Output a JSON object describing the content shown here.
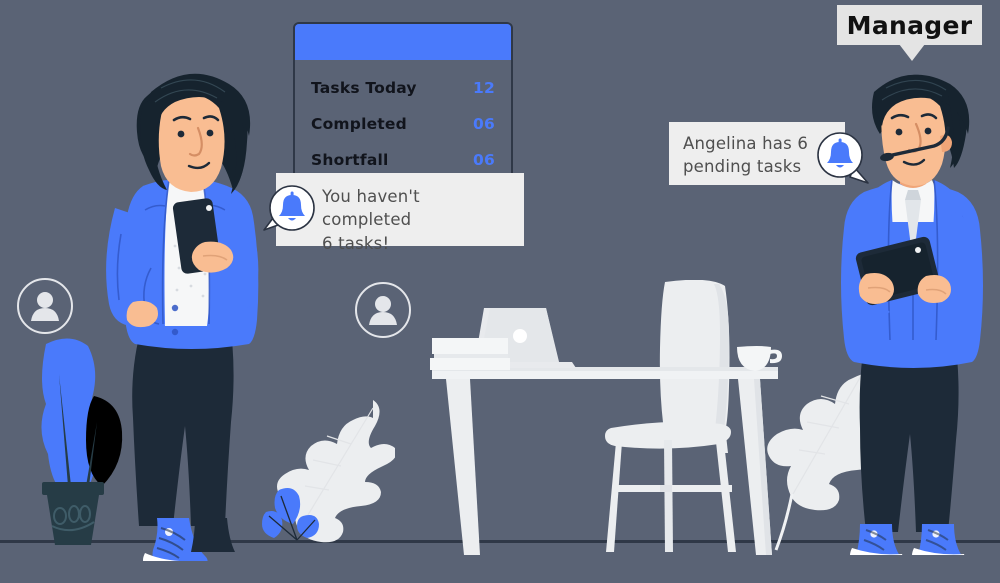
{
  "scene": {
    "title": "Task management illustration",
    "background_color": "#5a6375",
    "floor_line_color": "#2f3847",
    "accent_blue": "#4a7afb",
    "panel_light": "#eeeeee",
    "dark_navy": "#1d2a38"
  },
  "task_card": {
    "header_color": "#4a7afb",
    "border_color": "#2f3847",
    "rows": [
      {
        "label": "Tasks Today",
        "value": "12"
      },
      {
        "label": "Completed",
        "value": "06"
      },
      {
        "label": "Shortfall",
        "value": "06"
      }
    ]
  },
  "notifications": [
    {
      "id": "employee-alert",
      "icon": "bell-icon",
      "text": "You haven't completed 6 tasks!",
      "line1": "You haven't completed",
      "line2": "6 tasks!",
      "icon_color": "#4a7afb",
      "tail": "left"
    },
    {
      "id": "manager-alert",
      "icon": "bell-icon",
      "text": "Angelina has 6 pending tasks",
      "line1": "Angelina has 6",
      "line2": "pending tasks",
      "icon_color": "#4a7afb",
      "tail": "right"
    }
  ],
  "manager_tag": {
    "label": "Manager"
  },
  "avatars": [
    {
      "id": "avatar-1",
      "icon": "user-avatar-icon"
    },
    {
      "id": "avatar-2",
      "icon": "user-avatar-icon"
    }
  ],
  "characters": [
    {
      "id": "employee",
      "name": "Angelina",
      "role": "employee",
      "holding": "smartphone",
      "jacket_color": "#4a7afb",
      "hair_color": "#16232e",
      "skin_color": "#f7b98f",
      "trousers_color": "#1d2a38",
      "shoe_color": "#4a7afb"
    },
    {
      "id": "manager",
      "role": "manager",
      "holding": "tablet",
      "accessory": "headset",
      "suit_color": "#4a7afb",
      "hair_color": "#16232e",
      "skin_color": "#f7b98f",
      "trousers_color": "#1d2a38",
      "shoe_color": "#4a7afb"
    }
  ],
  "furniture": [
    {
      "id": "desk",
      "icon": "desk-icon",
      "color": "#eceef0"
    },
    {
      "id": "laptop",
      "icon": "laptop-icon",
      "color": "#e4e7ea"
    },
    {
      "id": "papers",
      "icon": "paper-stack-icon",
      "color": "#f4f6f7"
    },
    {
      "id": "chair",
      "icon": "chair-icon",
      "color": "#eceef0"
    },
    {
      "id": "coffee-cup",
      "icon": "coffee-cup-icon",
      "color": "#f4f6f7"
    }
  ],
  "plants": [
    {
      "id": "potted-plant",
      "icon": "potted-plant-icon",
      "leaf_colors": [
        "#4a7afb",
        "#000000"
      ],
      "pot_color": "#263c46"
    },
    {
      "id": "oak-leaf-left",
      "icon": "leaf-icon",
      "leaf_colors": [
        "#eceef0",
        "#4a7afb"
      ]
    },
    {
      "id": "oak-leaf-right",
      "icon": "leaf-icon",
      "leaf_colors": [
        "#eceef0"
      ]
    }
  ]
}
